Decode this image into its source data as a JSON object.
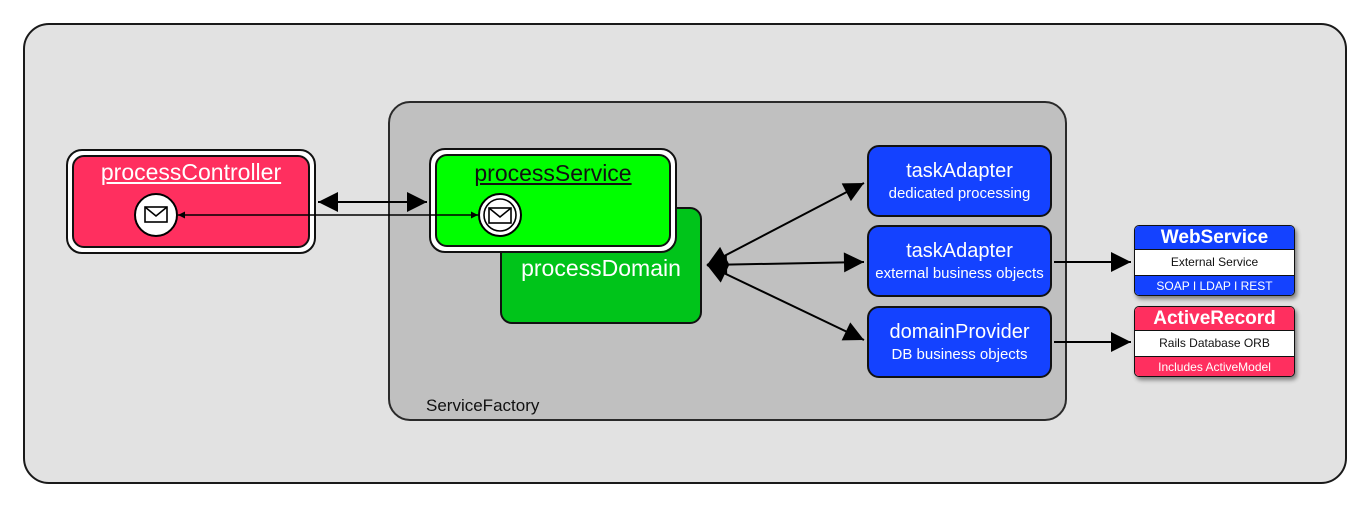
{
  "outer_container": {},
  "service_factory": {
    "label": "ServiceFactory"
  },
  "process_controller": {
    "title": "processController",
    "icon": "envelope-icon"
  },
  "process_service": {
    "title": "processService",
    "icon": "envelope-icon"
  },
  "process_domain": {
    "title": "processDomain"
  },
  "task_adapter_1": {
    "title": "taskAdapter",
    "subtitle": "dedicated processing"
  },
  "task_adapter_2": {
    "title": "taskAdapter",
    "subtitle": "external business objects"
  },
  "domain_provider": {
    "title": "domainProvider",
    "subtitle": "DB business objects"
  },
  "web_service": {
    "title": "WebService",
    "description": "External Service",
    "protocols": "SOAP I LDAP I REST"
  },
  "active_record": {
    "title": "ActiveRecord",
    "description": "Rails Database ORB",
    "note": "Includes ActiveModel"
  },
  "colors": {
    "controller_red": "#ff2f5f",
    "service_green": "#00ff00",
    "domain_green": "#00c41a",
    "adapter_blue": "#1442ff",
    "container_gray": "#e2e2e2",
    "factory_gray": "#c0c0c0"
  }
}
